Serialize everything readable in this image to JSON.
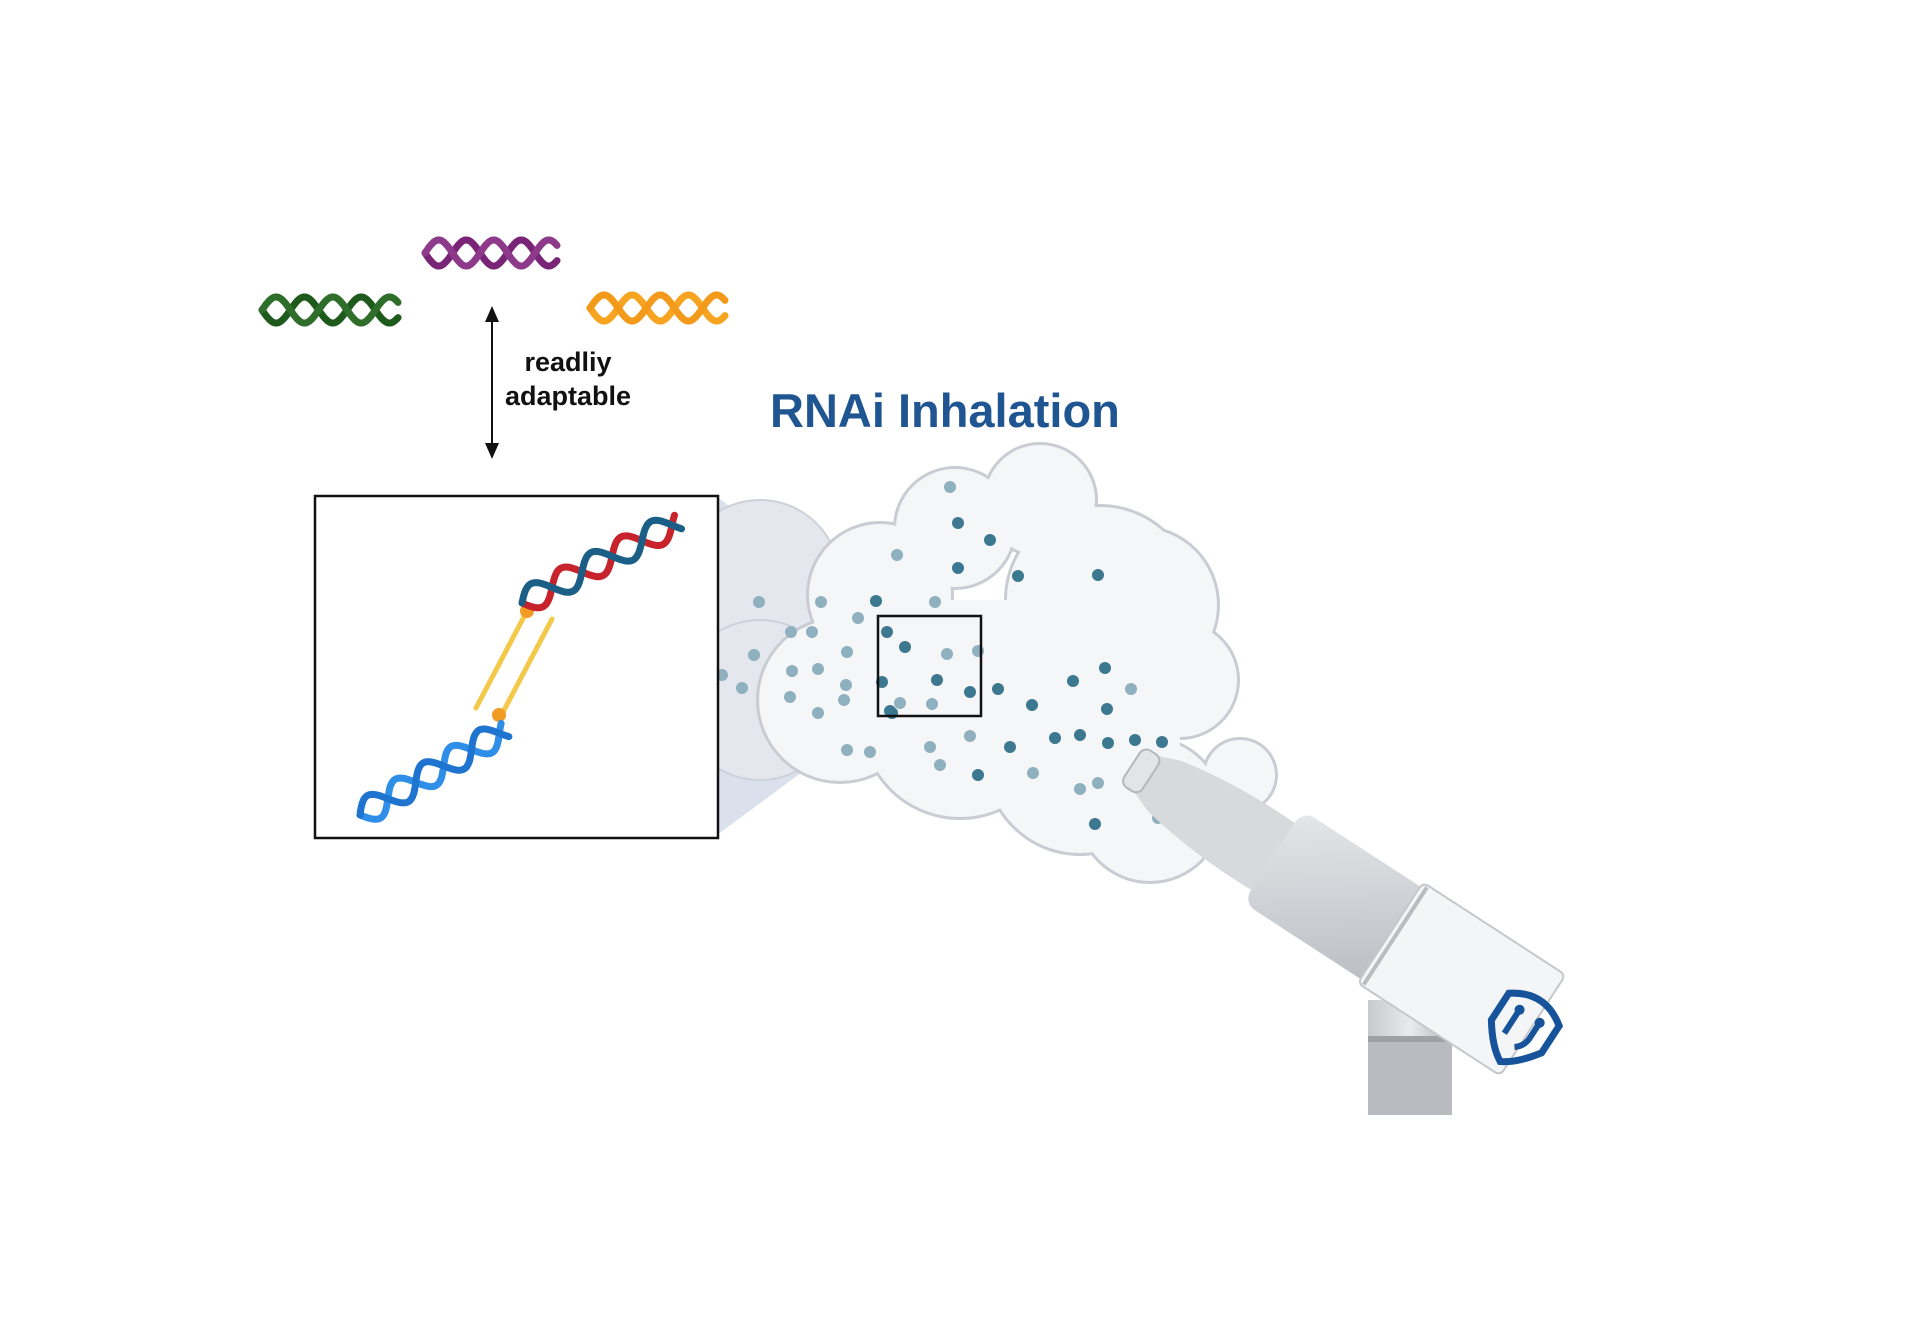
{
  "title": "RNAi Inhalation",
  "adaptable_label": {
    "line1": "readliy",
    "line2": "adaptable"
  },
  "colors": {
    "title": "#1f5591",
    "helix_green": "#1f5a1d",
    "helix_purple": "#7a2478",
    "helix_orange": "#f39a1b",
    "helix_red": "#c8232b",
    "helix_navy": "#1b5f86",
    "helix_blue": "#2f8ee8",
    "linker_yellow": "#f4c94a",
    "linker_node": "#f19a24",
    "particle": "#3d7891",
    "cloud": "#f5f6f8",
    "cloud_outline": "#c8ccd2",
    "logo": "#17539a"
  },
  "icons": {
    "device": "nebulizer-icon",
    "logo": "shield-logo-icon",
    "cloud": "aerosol-cloud-icon"
  }
}
